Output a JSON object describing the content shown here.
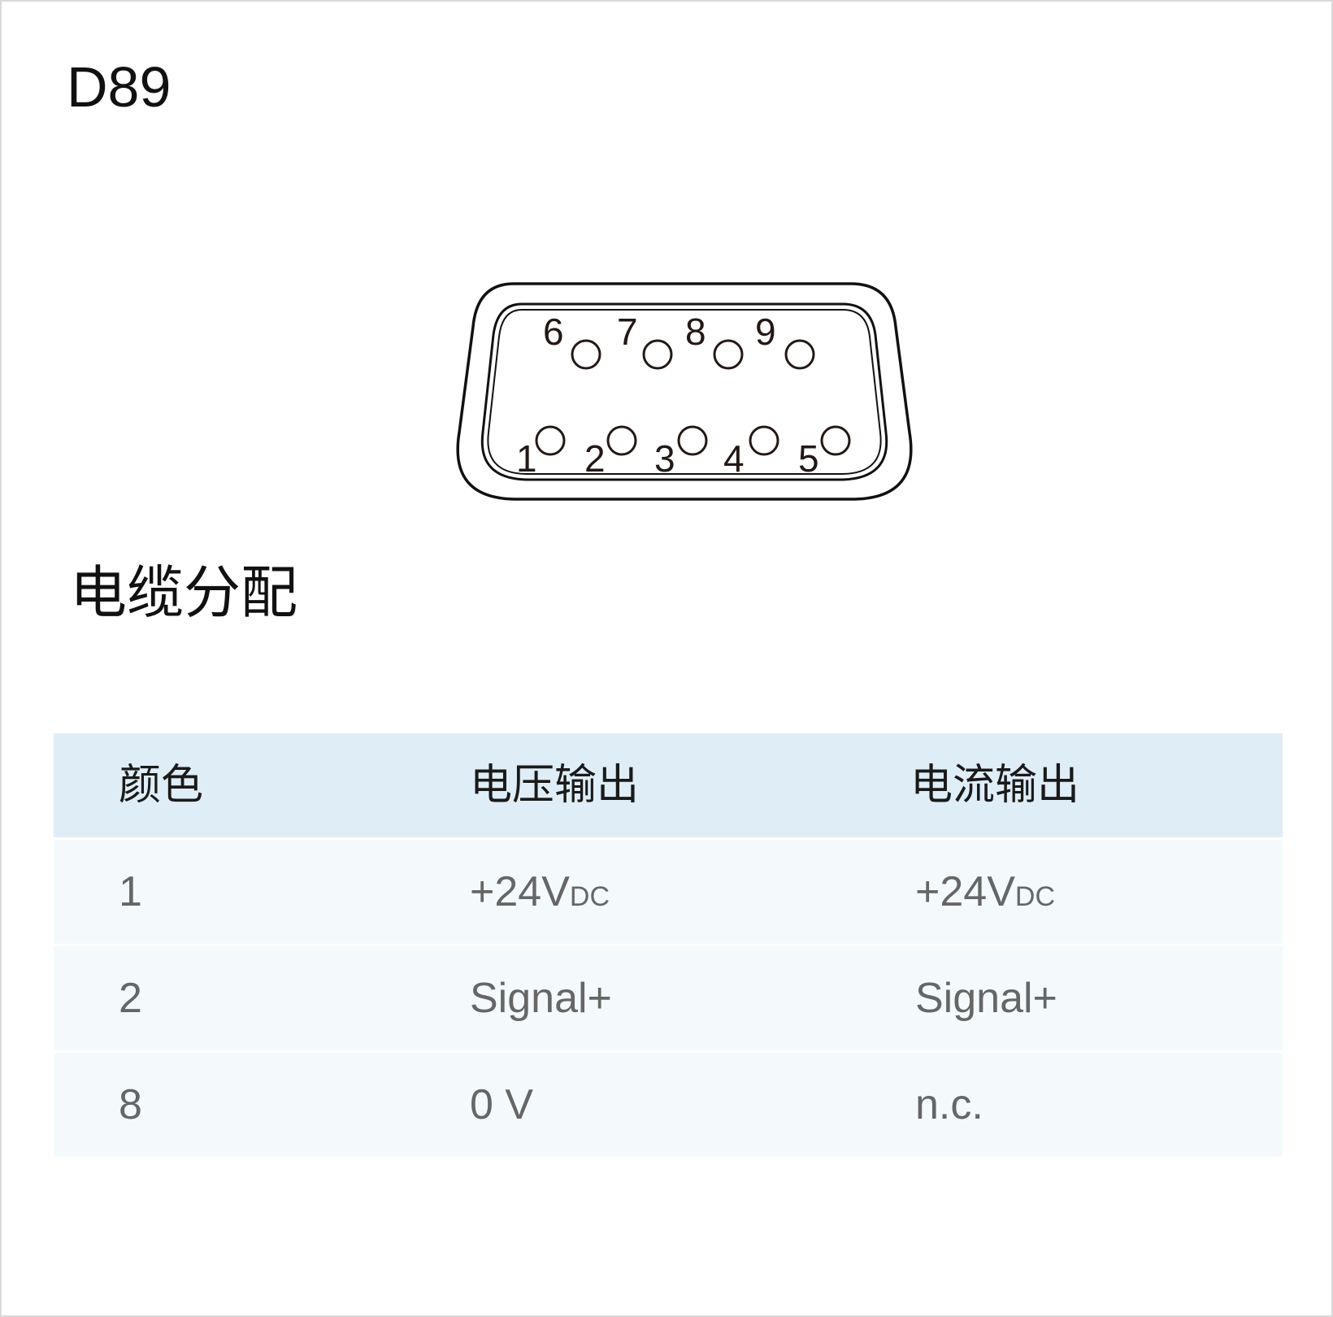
{
  "title": "D89",
  "connector": {
    "top_pins": [
      "6",
      "7",
      "8",
      "9"
    ],
    "bottom_pins": [
      "1",
      "2",
      "3",
      "4",
      "5"
    ]
  },
  "section_title": "电缆分配",
  "table": {
    "headers": [
      "颜色",
      "电压输出",
      "电流输出"
    ],
    "rows": [
      {
        "pin": "1",
        "voltage": "+24V",
        "voltage_sub": "DC",
        "current": "+24V",
        "current_sub": "DC"
      },
      {
        "pin": "2",
        "voltage": "Signal+",
        "current": "Signal+"
      },
      {
        "pin": "8",
        "voltage": "0 V",
        "current": "n.c."
      }
    ]
  },
  "colors": {
    "header_bg": "#dfedf7",
    "row_bg": "#f4fafc",
    "text_dark": "#111111",
    "text_muted": "#666666"
  }
}
